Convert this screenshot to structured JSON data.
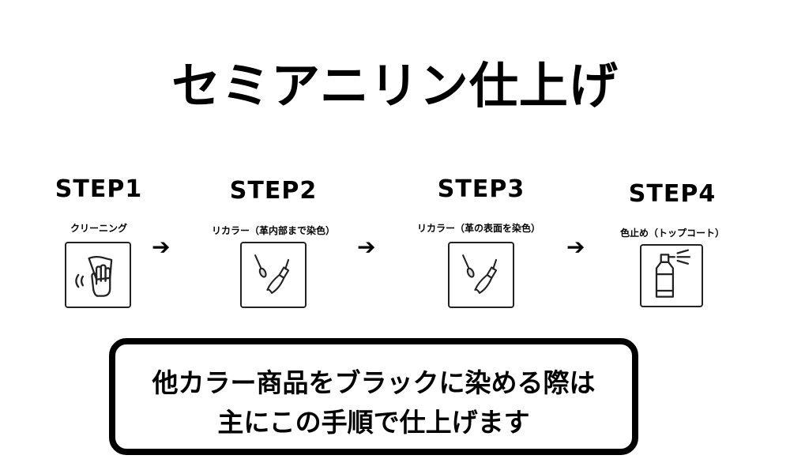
{
  "title": "セミアニリン仕上げ",
  "steps": [
    {
      "label": "STEP1",
      "sub": "クリーニング",
      "icon": "cleaning-hand-icon"
    },
    {
      "label": "STEP2",
      "sub": "リカラー（革内部まで染色）",
      "icon": "brush-tools-icon"
    },
    {
      "label": "STEP3",
      "sub": "リカラー（革の表面を染色）",
      "icon": "brush-tools-icon"
    },
    {
      "label": "STEP4",
      "sub": "色止め（トップコート）",
      "icon": "spray-can-icon"
    }
  ],
  "arrow": "➔",
  "note": {
    "line1": "他カラー商品をブラックに染める際は",
    "line2": "主にこの手順で仕上げます"
  }
}
